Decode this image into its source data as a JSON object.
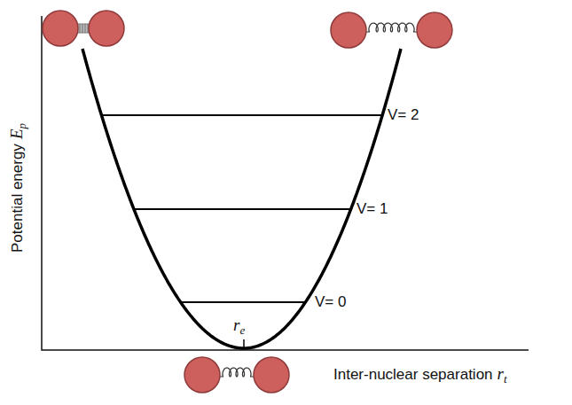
{
  "diagram": {
    "labels": [
      "Potential energy",
      "E",
      "p",
      "Inter-nuclear separation",
      "r",
      "t",
      "r",
      "e",
      "V= 2",
      "V= 1",
      "V= 0"
    ]
  }
}
